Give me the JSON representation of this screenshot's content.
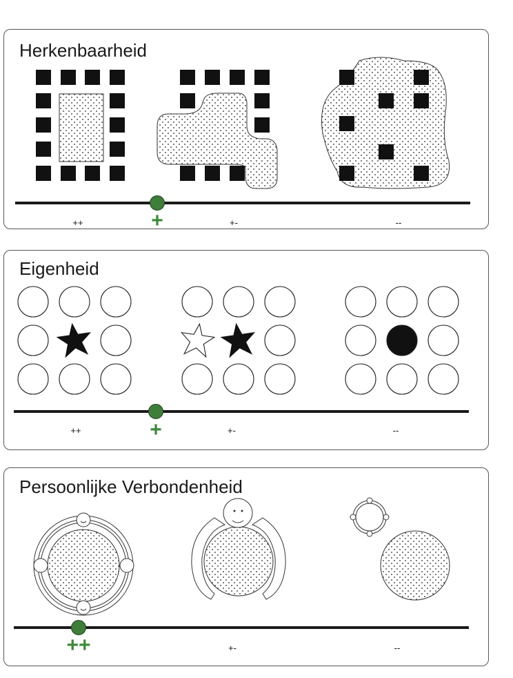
{
  "panels": [
    {
      "title": "Herkenbaarheid",
      "marker": "+",
      "scale_labels": [
        "++",
        "+-",
        "--"
      ]
    },
    {
      "title": "Eigenheid",
      "marker": "+",
      "scale_labels": [
        "++",
        "+-",
        "--"
      ]
    },
    {
      "title": "Persoonlijke Verbondenheid",
      "marker": "++",
      "scale_labels": [
        "+-",
        "--"
      ]
    }
  ],
  "colors": {
    "marker_fill": "#3e7d3a",
    "marker_text": "#3e8a3a",
    "ink": "#1a1a1a"
  }
}
